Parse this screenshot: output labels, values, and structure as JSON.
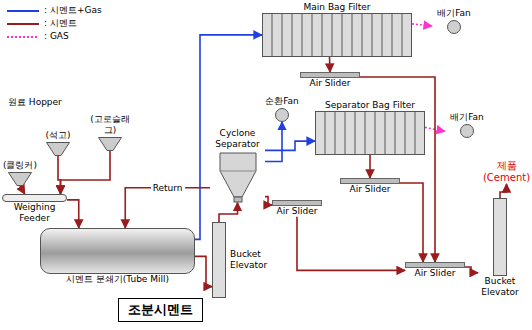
{
  "diagram": {
    "nodes": [
      {
        "text": [
          "Main Bag Filter"
        ]
      },
      {
        "text": [
          "배기Fan"
        ]
      },
      {
        "text": [
          "Air Slider"
        ]
      },
      {
        "text": [
          "(고로슬래그)"
        ]
      },
      {
        "text": [
          "(석고)"
        ]
      },
      {
        "text": [
          "(클링커)"
        ]
      },
      {
        "text": [
          "순환Fan"
        ]
      },
      {
        "text": [
          "Cyclone Separator"
        ]
      },
      {
        "text": [
          "Separator Bag Filter"
        ]
      },
      {
        "text": [
          "배기Fan"
        ]
      },
      {
        "text": [
          "Air Slider"
        ]
      },
      {
        "text": [
          "Air Slider"
        ]
      },
      {
        "text": [
          "Weighing Feeder"
        ]
      },
      {
        "text": [
          "Bucket Elevator"
        ]
      },
      {
        "text": [
          "시멘트 분쇄기(Tube Mill)"
        ]
      },
      {
        "text": [
          "Air Slider"
        ]
      },
      {
        "text": [
          "Bucket Elevator"
        ]
      },
      {
        "text": [
          "제품 (Cement)"
        ]
      },
      {
        "text": [
          "조분시멘트"
        ]
      }
    ],
    "edges": [
      {
        "from": 14,
        "to": 13,
        "arrow": "to"
      },
      {
        "from": 13,
        "to": 7,
        "arrow": "to"
      },
      {
        "from": 14,
        "to": 0,
        "arrow": "to"
      },
      {
        "from": 7,
        "to": 14,
        "arrow": "to",
        "label": "Return"
      },
      {
        "from": 7,
        "to": 6,
        "arrow": "to"
      },
      {
        "from": 7,
        "to": 8,
        "arrow": "to"
      },
      {
        "from": 0,
        "to": 1,
        "arrow": "to"
      },
      {
        "from": 8,
        "to": 9,
        "arrow": "to"
      },
      {
        "from": 0,
        "to": 2,
        "arrow": "to"
      },
      {
        "from": 8,
        "to": 10,
        "arrow": "to"
      },
      {
        "from": 7,
        "to": 11,
        "arrow": "to"
      },
      {
        "from": 2,
        "to": 15,
        "arrow": "to"
      },
      {
        "from": 10,
        "to": 15,
        "arrow": "to"
      },
      {
        "from": 11,
        "to": 15,
        "arrow": "to"
      },
      {
        "from": 15,
        "to": 16,
        "arrow": "to"
      },
      {
        "from": 16,
        "to": 17,
        "arrow": "to"
      },
      {
        "from": 3,
        "to": 12,
        "arrow": "to"
      },
      {
        "from": 4,
        "to": 12,
        "arrow": "to"
      },
      {
        "from": 5,
        "to": 12,
        "arrow": "to"
      },
      {
        "from": 12,
        "to": 14,
        "arrow": "to"
      }
    ],
    "labels": [
      "원료 Hopper"
    ],
    "legend": [
      {
        "text": ": 시멘트+Gas"
      },
      {
        "text": ": 시멘트"
      },
      {
        "text": ": GAS"
      }
    ]
  }
}
